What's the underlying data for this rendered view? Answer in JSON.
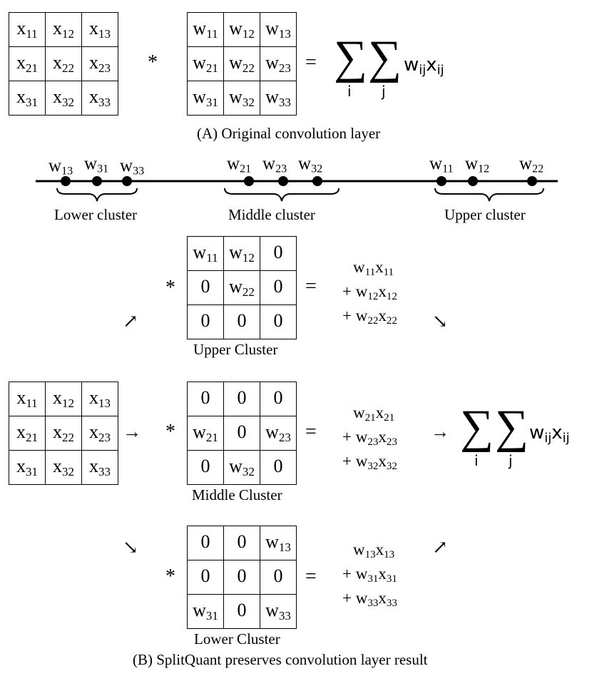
{
  "colors": {
    "ink": "#000000",
    "background": "#ffffff"
  },
  "operators": {
    "conv": "*",
    "equals": "=",
    "plus": "+"
  },
  "sum_expression": {
    "sigma": "∑",
    "index_i": "i",
    "index_j": "j",
    "w": "w",
    "w_sub": "ij",
    "x": "x",
    "x_sub": "ij"
  },
  "section_a": {
    "input_matrix": [
      [
        "x",
        "11",
        "x",
        "12",
        "x",
        "13"
      ],
      [
        "x",
        "21",
        "x",
        "22",
        "x",
        "23"
      ],
      [
        "x",
        "31",
        "x",
        "32",
        "x",
        "33"
      ]
    ],
    "kernel_matrix": [
      [
        "w",
        "11",
        "w",
        "12",
        "w",
        "13"
      ],
      [
        "w",
        "21",
        "w",
        "22",
        "w",
        "23"
      ],
      [
        "w",
        "31",
        "w",
        "32",
        "w",
        "33"
      ]
    ],
    "caption": "(A) Original convolution layer"
  },
  "number_line": {
    "points": [
      {
        "base": "w",
        "sub": "13"
      },
      {
        "base": "w",
        "sub": "31"
      },
      {
        "base": "w",
        "sub": "33"
      },
      {
        "base": "w",
        "sub": "21"
      },
      {
        "base": "w",
        "sub": "23"
      },
      {
        "base": "w",
        "sub": "32"
      },
      {
        "base": "w",
        "sub": "11"
      },
      {
        "base": "w",
        "sub": "12"
      },
      {
        "base": "w",
        "sub": "22"
      }
    ],
    "clusters": [
      "Lower cluster",
      "Middle cluster",
      "Upper cluster"
    ]
  },
  "section_b": {
    "input_matrix": [
      [
        "x",
        "11",
        "x",
        "12",
        "x",
        "13"
      ],
      [
        "x",
        "21",
        "x",
        "22",
        "x",
        "23"
      ],
      [
        "x",
        "31",
        "x",
        "32",
        "x",
        "33"
      ]
    ],
    "upper": {
      "kernel": [
        [
          [
            "w",
            "11"
          ],
          [
            "w",
            "12"
          ],
          [
            "0",
            ""
          ]
        ],
        [
          [
            "0",
            ""
          ],
          [
            "w",
            "22"
          ],
          [
            "0",
            ""
          ]
        ],
        [
          [
            "0",
            ""
          ],
          [
            "0",
            ""
          ],
          [
            "0",
            ""
          ]
        ]
      ],
      "label": "Upper Cluster",
      "terms": [
        [
          "w",
          "11",
          "x",
          "11"
        ],
        [
          "w",
          "12",
          "x",
          "12"
        ],
        [
          "w",
          "22",
          "x",
          "22"
        ]
      ]
    },
    "middle": {
      "kernel": [
        [
          [
            "0",
            ""
          ],
          [
            "0",
            ""
          ],
          [
            "0",
            ""
          ]
        ],
        [
          [
            "w",
            "21"
          ],
          [
            "0",
            ""
          ],
          [
            "w",
            "23"
          ]
        ],
        [
          [
            "0",
            ""
          ],
          [
            "w",
            "32"
          ],
          [
            "0",
            ""
          ]
        ]
      ],
      "label": "Middle Cluster",
      "terms": [
        [
          "w",
          "21",
          "x",
          "21"
        ],
        [
          "w",
          "23",
          "x",
          "23"
        ],
        [
          "w",
          "32",
          "x",
          "32"
        ]
      ]
    },
    "lower": {
      "kernel": [
        [
          [
            "0",
            ""
          ],
          [
            "0",
            ""
          ],
          [
            "w",
            "13"
          ]
        ],
        [
          [
            "0",
            ""
          ],
          [
            "0",
            ""
          ],
          [
            "0",
            ""
          ]
        ],
        [
          [
            "w",
            "31"
          ],
          [
            "0",
            ""
          ],
          [
            "w",
            "33"
          ]
        ]
      ],
      "label": "Lower Cluster",
      "terms": [
        [
          "w",
          "13",
          "x",
          "13"
        ],
        [
          "w",
          "31",
          "x",
          "31"
        ],
        [
          "w",
          "33",
          "x",
          "33"
        ]
      ]
    },
    "arrows": {
      "up_right": "↗",
      "right": "→",
      "down_right": "↘"
    },
    "caption": "(B) SplitQuant preserves convolution layer result"
  }
}
